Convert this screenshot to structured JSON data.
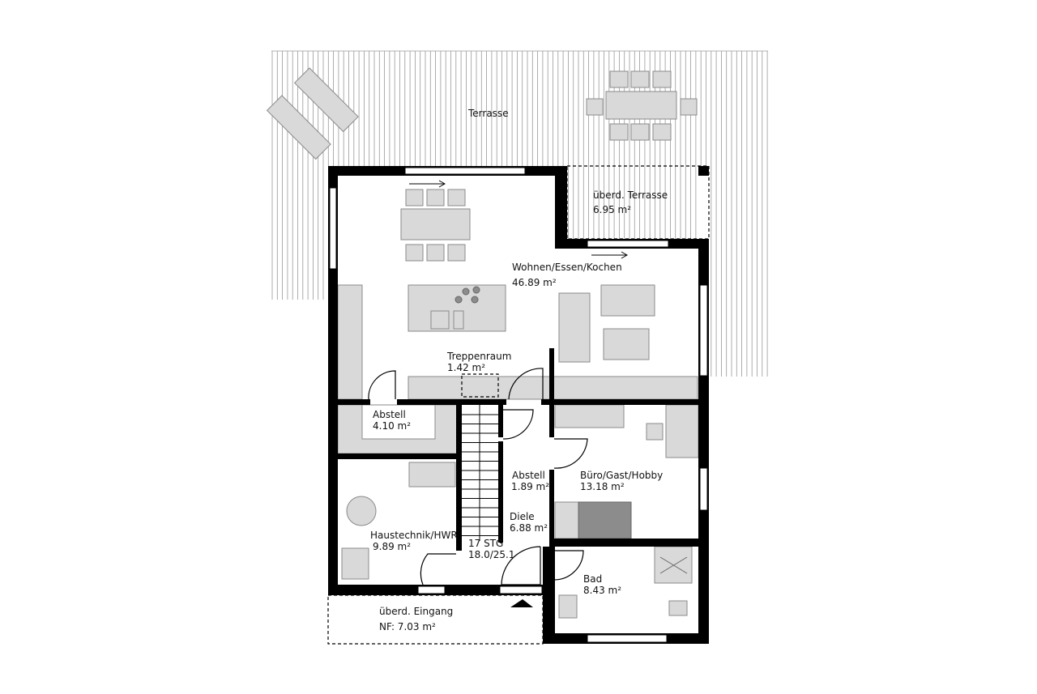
{
  "rooms": {
    "terrasse": {
      "name": "Terrasse"
    },
    "covered_terrace": {
      "name": "überd. Terrasse",
      "area": "6.95 m²"
    },
    "living": {
      "name": "Wohnen/Essen/Kochen",
      "area": "46.89 m²"
    },
    "stairwell": {
      "name": "Treppenraum",
      "area": "1.42 m²"
    },
    "storage1": {
      "name": "Abstell",
      "area": "4.10 m²"
    },
    "storage2": {
      "name": "Abstell",
      "area": "1.89 m²"
    },
    "office": {
      "name": "Büro/Gast/Hobby",
      "area": "13.18 m²"
    },
    "hall": {
      "name": "Diele",
      "area": "6.88 m²"
    },
    "utility": {
      "name": "Haustechnik/HWR",
      "area": "9.89 m²"
    },
    "stairs": {
      "steps": "17 STG",
      "ratio": "18.0/25.1"
    },
    "bath": {
      "name": "Bad",
      "area": "8.43 m²"
    },
    "entrance": {
      "name": "überd. Eingang",
      "area": "NF: 7.03 m²"
    }
  },
  "icons": {
    "entrance_marker": "triangle-up",
    "slide_door_arrow": "arrow-right"
  }
}
